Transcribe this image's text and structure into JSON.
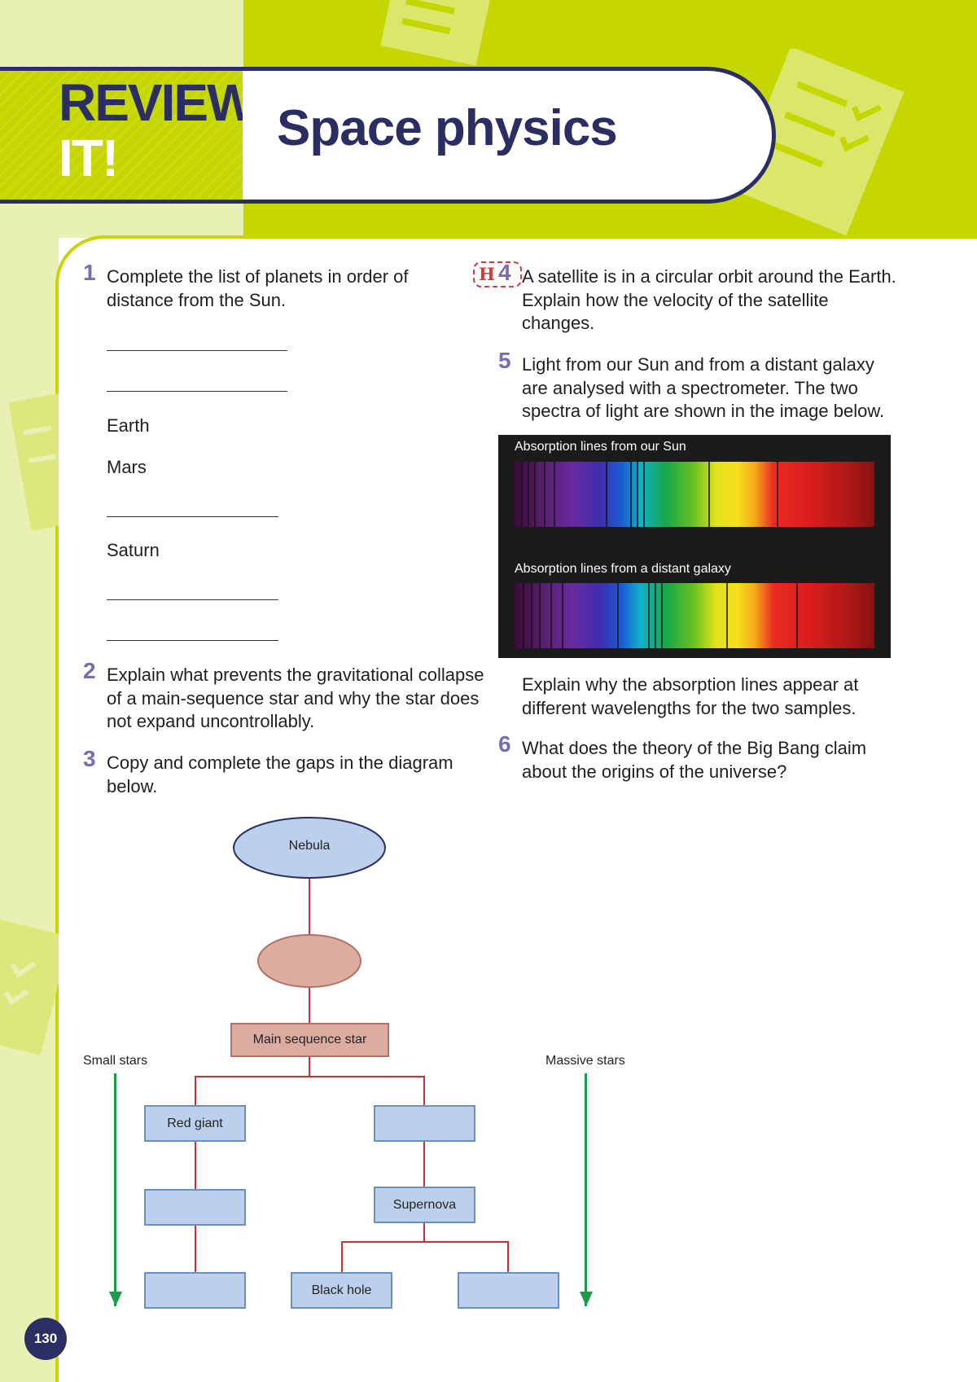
{
  "header": {
    "tag_line1": "REVIEW",
    "tag_line2": "IT!",
    "title": "Space physics"
  },
  "q1": {
    "number": "1",
    "text": "Complete the list of planets in order of distance from the Sun.",
    "planets": [
      "Earth",
      "Mars",
      "Saturn"
    ]
  },
  "q2": {
    "number": "2",
    "text": "Explain what prevents the gravitational collapse of a main-sequence star and why the star does not expand uncontrollably."
  },
  "q3": {
    "number": "3",
    "text": "Copy and complete the gaps in the diagram below."
  },
  "q4": {
    "badge": "H",
    "number": "4",
    "text": "A satellite is in a circular orbit around the Earth. Explain how the velocity of the satellite changes."
  },
  "q5": {
    "number": "5",
    "text": "Light from our Sun and from a distant galaxy are analysed with a spectrometer. The two spectra of light are shown in the image below.",
    "spectrum_sun_label": "Absorption lines from our Sun",
    "spectrum_galaxy_label": "Absorption lines from a distant galaxy",
    "followup": "Explain why the absorption lines appear at different wavelengths for the two samples."
  },
  "q6": {
    "number": "6",
    "text": "What does the theory of the Big Bang claim about the origins of the universe?"
  },
  "diagram": {
    "nebula": "Nebula",
    "main_sequence": "Main sequence star",
    "small_stars": "Small stars",
    "massive_stars": "Massive stars",
    "red_giant": "Red giant",
    "supernova": "Supernova",
    "black_hole": "Black hole"
  },
  "page_number": "130",
  "colors": {
    "accent_green": "#c6d600",
    "navy": "#2b2e62",
    "question_number": "#7b6bb0",
    "connector_red": "#cc2f2f",
    "arrow_green": "#1f9a4a",
    "node_blue": "#bcd0ec",
    "node_pink": "#dcaca1"
  }
}
